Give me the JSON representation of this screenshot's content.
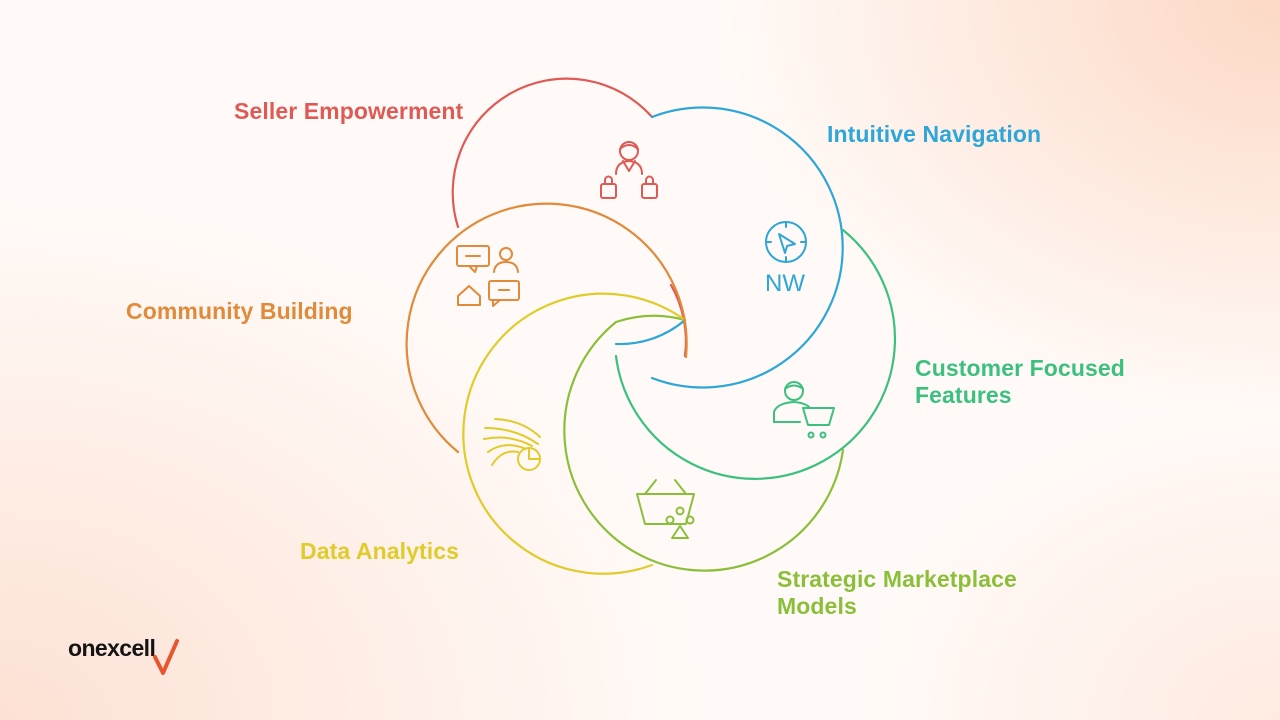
{
  "segments": [
    {
      "id": "seller",
      "label": "Seller Empowerment",
      "color": "#e05a55",
      "icon": "seller-shopping-icon"
    },
    {
      "id": "navigation",
      "label": "Intuitive Navigation",
      "color": "#2ea6d8",
      "icon": "compass-icon",
      "icon_text": "NW"
    },
    {
      "id": "customer",
      "label": "Customer Focused Features",
      "color": "#3cc07f",
      "icon": "customer-cart-icon"
    },
    {
      "id": "strategic",
      "label": "Strategic Marketplace Models",
      "color": "#8bbf3a",
      "icon": "basket-icon"
    },
    {
      "id": "data",
      "label": "Data Analytics",
      "color": "#e0cb2a",
      "icon": "analytics-icon"
    },
    {
      "id": "community",
      "label": "Community Building",
      "color": "#e08a3a",
      "icon": "community-icon"
    }
  ],
  "brand": {
    "name": "onexcell",
    "accent": "#e8552f"
  }
}
